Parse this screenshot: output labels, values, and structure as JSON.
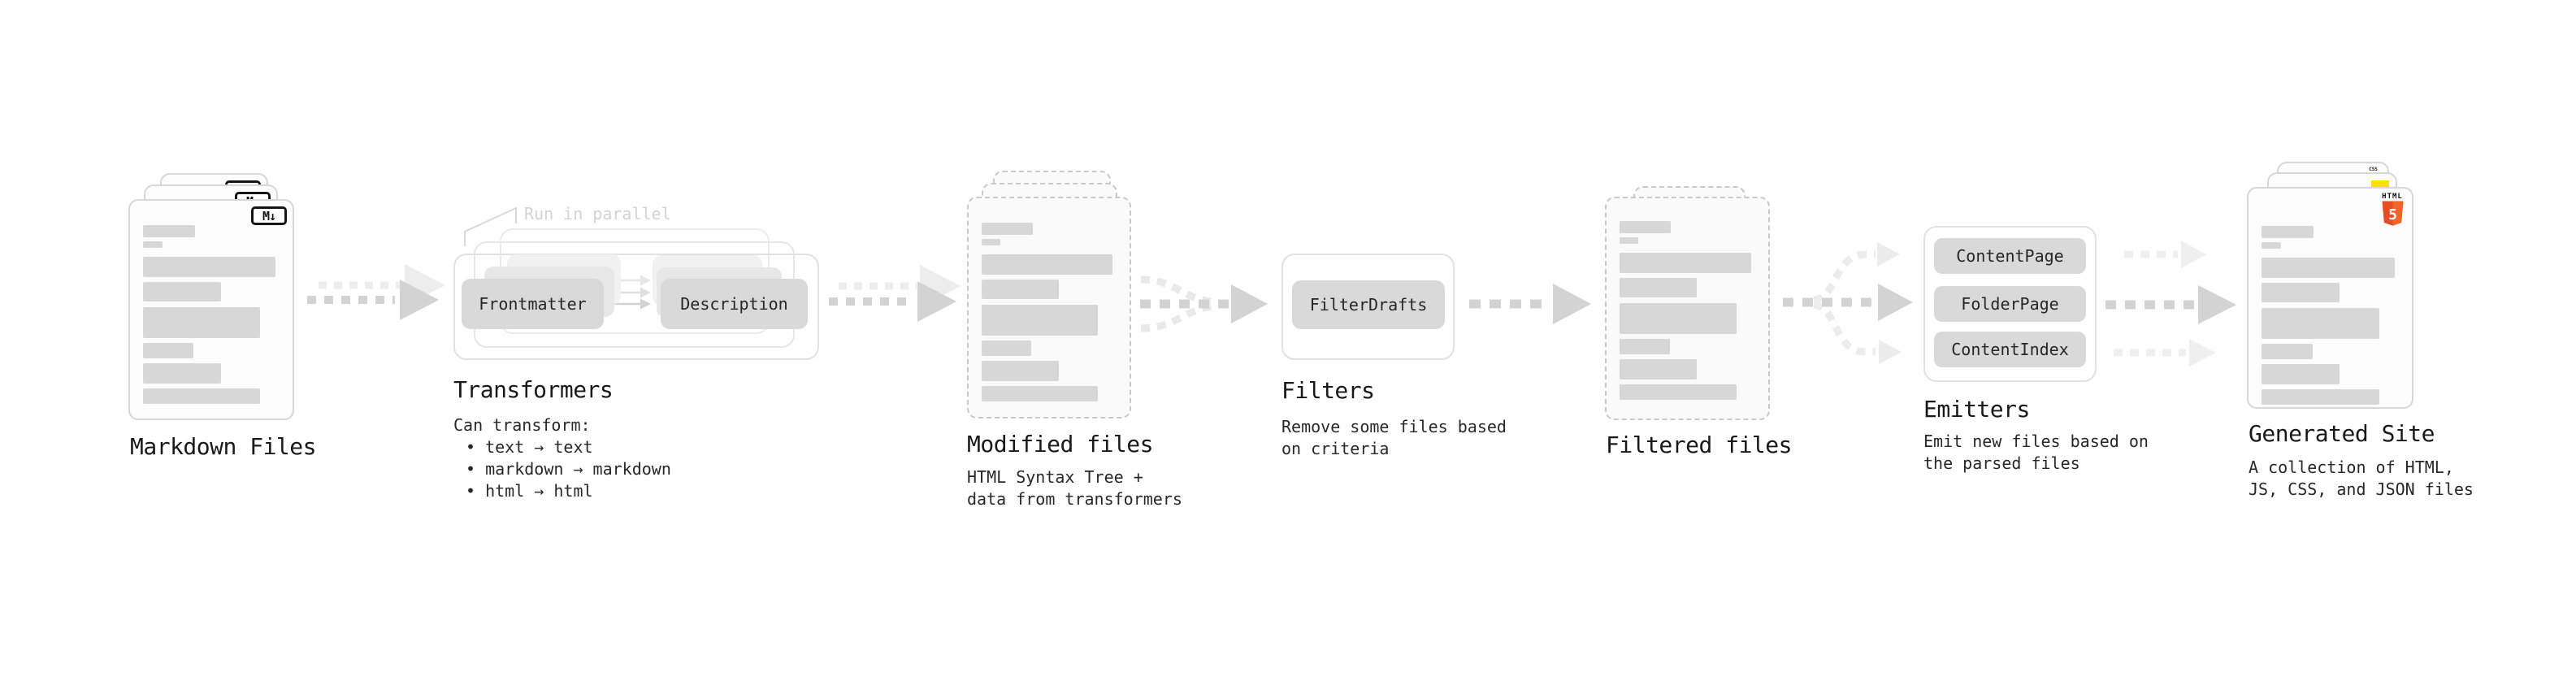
{
  "diagram": {
    "stages": [
      {
        "id": "markdown-files",
        "title": "Markdown Files",
        "doc_count": 3,
        "badge": "M↓"
      },
      {
        "id": "transformers",
        "title": "Transformers",
        "note": "Run in parallel",
        "boxes": [
          "Frontmatter",
          "Description"
        ],
        "desc": [
          "Can transform:",
          "• text → text",
          "• markdown → markdown",
          "• html → html"
        ]
      },
      {
        "id": "modified-files",
        "title": "Modified files",
        "doc_count": 3,
        "desc": [
          "HTML Syntax Tree +",
          "data from transformers"
        ]
      },
      {
        "id": "filters",
        "title": "Filters",
        "boxes": [
          "FilterDrafts"
        ],
        "desc": [
          "Remove some files based",
          "on criteria"
        ]
      },
      {
        "id": "filtered-files",
        "title": "Filtered files",
        "doc_count": 2
      },
      {
        "id": "emitters",
        "title": "Emitters",
        "boxes": [
          "ContentPage",
          "FolderPage",
          "ContentIndex"
        ],
        "desc": [
          "Emit new files based on",
          "the parsed files"
        ]
      },
      {
        "id": "generated-site",
        "title": "Generated Site",
        "doc_count": 3,
        "desc": [
          "A collection of HTML,",
          "JS, CSS, and JSON files"
        ],
        "badges": {
          "html_label": "HTML",
          "html_number": "5",
          "css_label": "CSS"
        }
      }
    ],
    "colors": {
      "html5_orange": "#e44d26",
      "html5_orange_light": "#f16529",
      "js_yellow": "#ffe100",
      "css_blue": "#2d65f2",
      "bar_gray": "#d7d7d7",
      "arrow_gray": "#d3d3d3",
      "arrow_light": "#ededed"
    }
  }
}
